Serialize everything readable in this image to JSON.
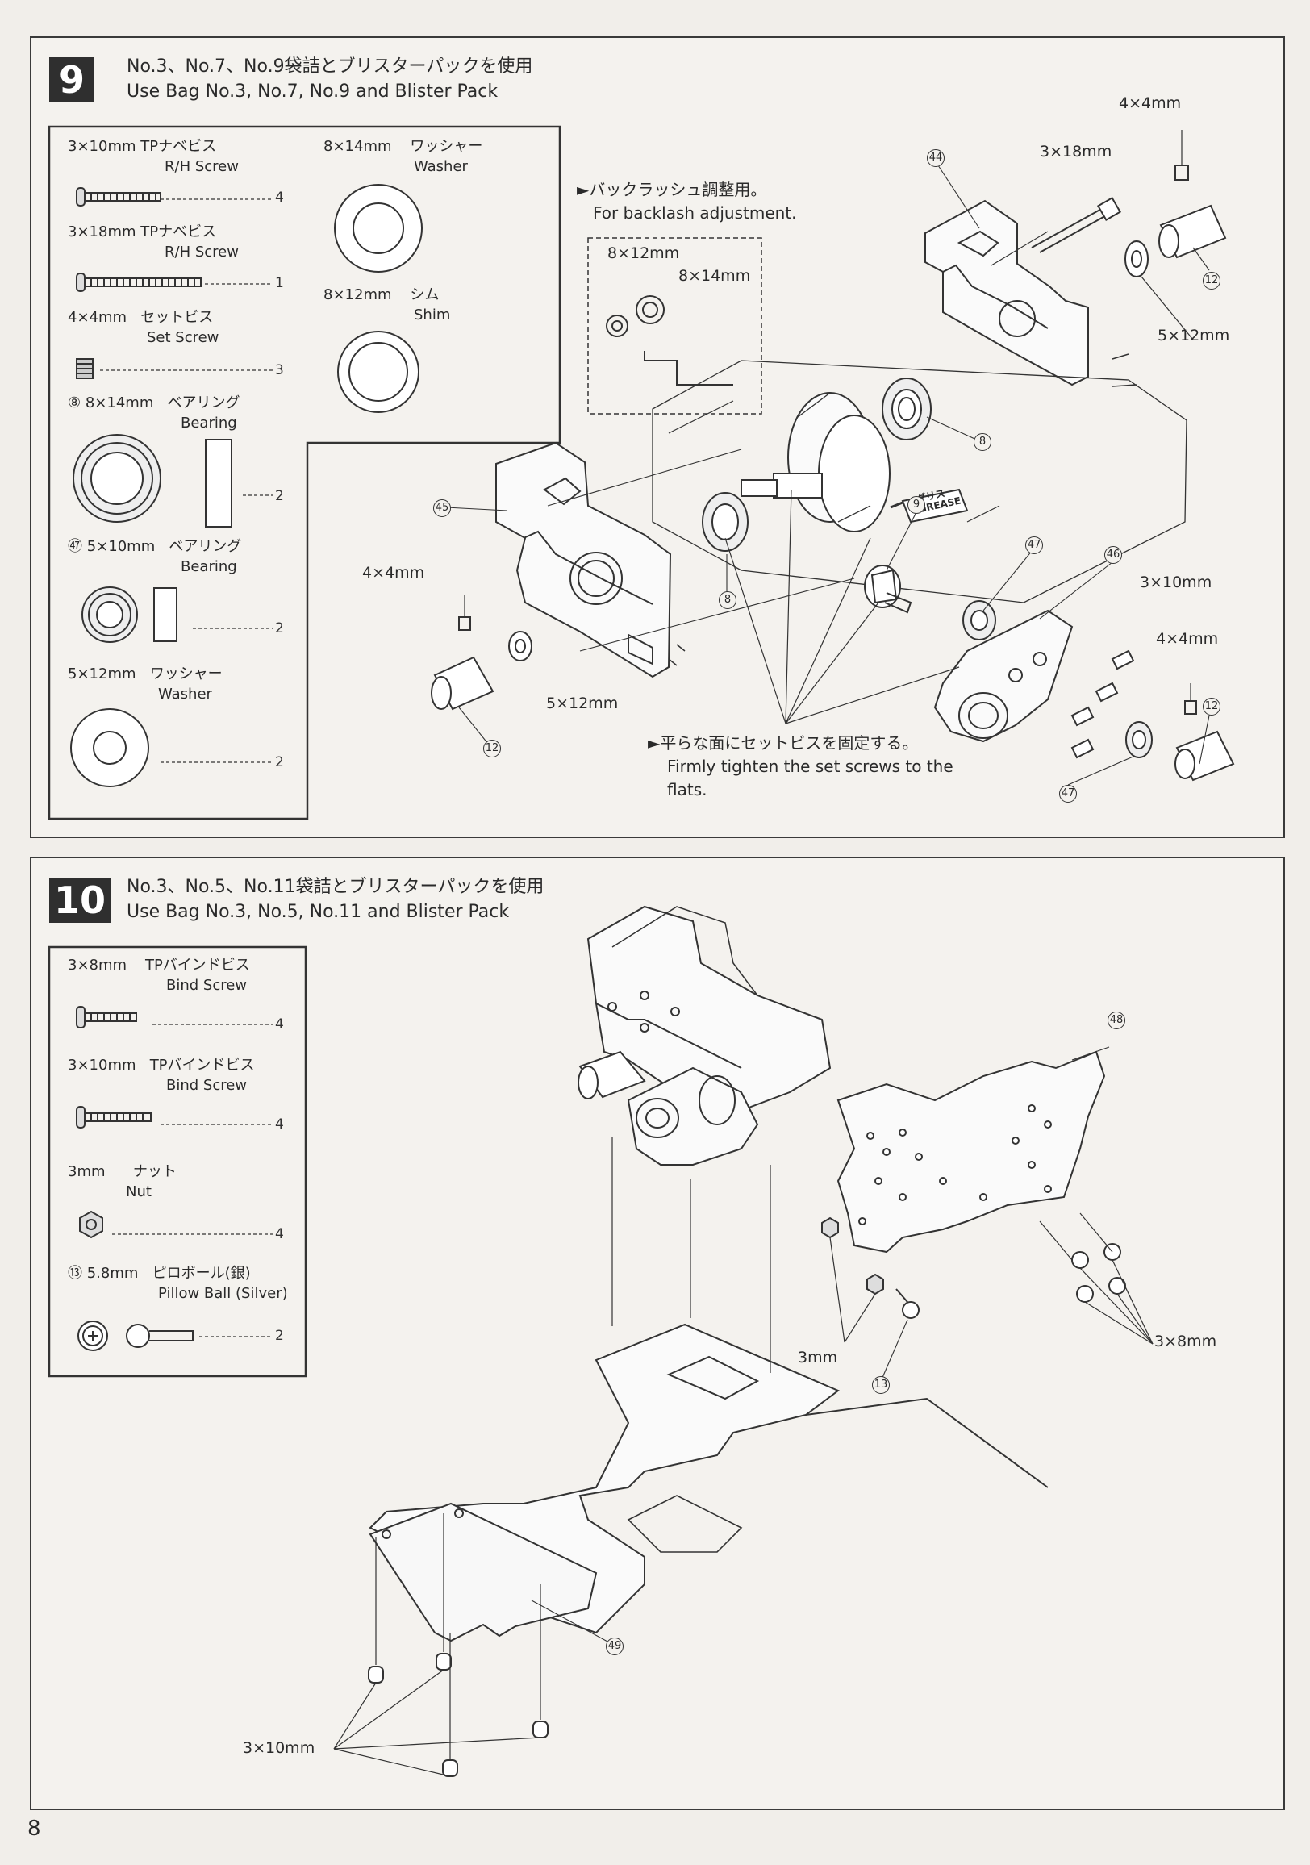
{
  "page_number": "8",
  "step9": {
    "number": "9",
    "title_jp": "No.3、No.7、No.9袋詰とブリスターパックを使用",
    "title_en": "Use Bag No.3, No.7, No.9 and Blister Pack",
    "parts": [
      {
        "size": "3×10mm",
        "jp": "TPナベビス",
        "en": "R/H Screw",
        "count": "4"
      },
      {
        "size": "3×18mm",
        "jp": "TPナベビス",
        "en": "R/H Screw",
        "count": "1"
      },
      {
        "size": "4×4mm",
        "jp": "セットビス",
        "en": "Set Screw",
        "count": "3"
      },
      {
        "size": "⑧ 8×14mm",
        "jp": "ベアリング",
        "en": "Bearing",
        "count": "2"
      },
      {
        "size": "㊼ 5×10mm",
        "jp": "ベアリング",
        "en": "Bearing",
        "count": "2"
      },
      {
        "size": "5×12mm",
        "jp": "ワッシャー",
        "en": "Washer",
        "count": "2"
      },
      {
        "size": "8×14mm",
        "jp": "ワッシャー",
        "en": "Washer",
        "count": ""
      },
      {
        "size": "8×12mm",
        "jp": "シム",
        "en": "Shim",
        "count": ""
      }
    ],
    "note_backlash_jp": "►バックラッシュ調整用。",
    "note_backlash_en": "For backlash adjustment.",
    "note_setscrew_jp": "►平らな面にセットビスを固定する。",
    "note_setscrew_en1": "Firmly tighten the set screws to the",
    "note_setscrew_en2": "flats.",
    "labels": {
      "l_4x4_top": "4×4mm",
      "l_3x18": "3×18mm",
      "l_5x12_right": "5×12mm",
      "l_8x12": "8×12mm",
      "l_8x14": "8×14mm",
      "l_4x4_left": "4×4mm",
      "l_5x12_left": "5×12mm",
      "l_3x10": "3×10mm",
      "l_4x4_right": "4×4mm",
      "grease_jp": "グリス",
      "grease_en": "GREASE"
    },
    "callouts": [
      "44",
      "12",
      "8",
      "9",
      "45",
      "8",
      "47",
      "46",
      "12",
      "12",
      "47"
    ]
  },
  "step10": {
    "number": "10",
    "title_jp": "No.3、No.5、No.11袋詰とブリスターパックを使用",
    "title_en": "Use Bag No.3, No.5, No.11 and Blister Pack",
    "parts": [
      {
        "size": "3×8mm",
        "jp": "TPバインドビス",
        "en": "Bind Screw",
        "count": "4"
      },
      {
        "size": "3×10mm",
        "jp": "TPバインドビス",
        "en": "Bind Screw",
        "count": "4"
      },
      {
        "size": "3mm",
        "jp": "ナット",
        "en": "Nut",
        "count": "4"
      },
      {
        "size": "⑬ 5.8mm",
        "jp": "ピロボール(銀)",
        "en": "Pillow Ball (Silver)",
        "count": "2"
      }
    ],
    "labels": {
      "l_3mm": "3mm",
      "l_3x8": "3×8mm",
      "l_3x10": "3×10mm"
    },
    "callouts": [
      "48",
      "13",
      "49"
    ]
  }
}
